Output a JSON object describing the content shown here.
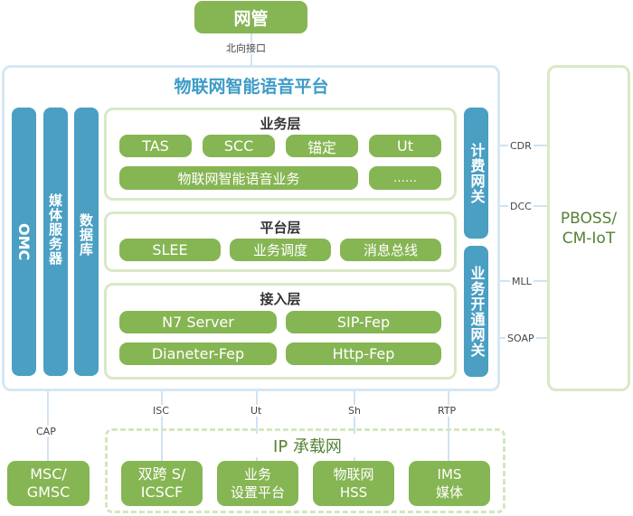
{
  "top": {
    "nms": "网管",
    "northbound": "北向接口"
  },
  "platform": {
    "title": "物联网智能语音平台",
    "side_columns": [
      "OMC",
      "媒体服务器",
      "数据库"
    ],
    "service_layer": {
      "title": "业务层",
      "items": [
        "TAS",
        "SCC",
        "锚定",
        "Ut"
      ],
      "wide_item": "物联网智能语音业务",
      "more": "……"
    },
    "platform_layer": {
      "title": "平台层",
      "items": [
        "SLEE",
        "业务调度",
        "消息总线"
      ]
    },
    "access_layer": {
      "title": "接入层",
      "items": [
        "N7 Server",
        "SIP-Fep",
        "Dianeter-Fep",
        "Http-Fep"
      ]
    },
    "gateways": [
      "计费网关",
      "业务开通网关"
    ]
  },
  "right": {
    "box": "PBOSS/ CM-IoT",
    "box_line1": "PBOSS/",
    "box_line2": "CM-IoT",
    "interfaces": [
      "CDR",
      "DCC",
      "MLL",
      "SOAP"
    ]
  },
  "bottom": {
    "interfaces": [
      "CAP",
      "ISC",
      "Ut",
      "Sh",
      "RTP"
    ],
    "ip_network": "IP 承载网",
    "nodes": [
      {
        "line1": "MSC/",
        "line2": "GMSC"
      },
      {
        "line1": "双跨 S/",
        "line2": "ICSCF"
      },
      {
        "line1": "业务",
        "line2": "设置平台"
      },
      {
        "line1": "物联网",
        "line2": "HSS"
      },
      {
        "line1": "IMS",
        "line2": "媒体"
      }
    ]
  }
}
